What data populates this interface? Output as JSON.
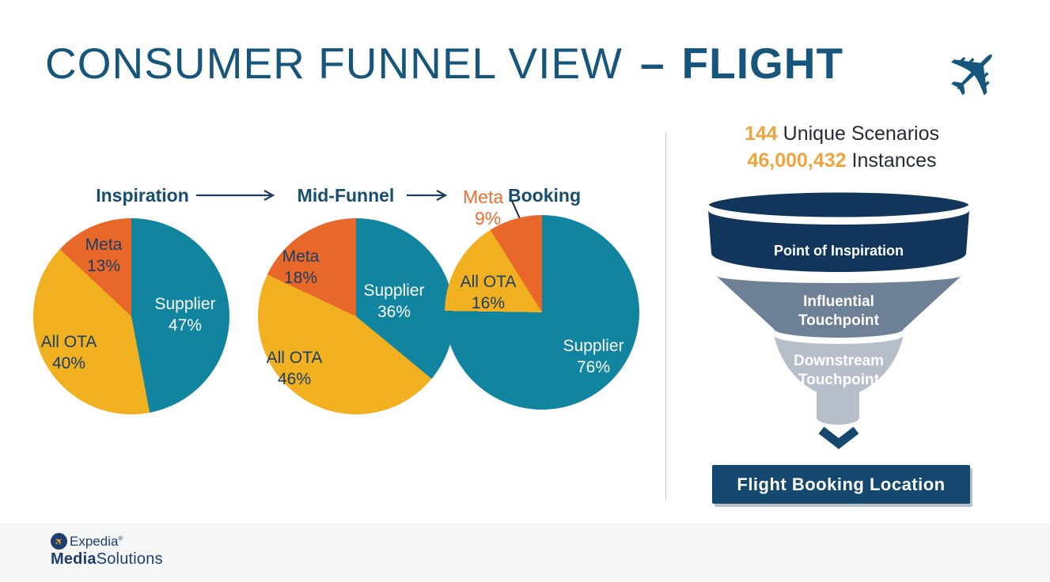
{
  "header": {
    "title": "CONSUMER FUNNEL VIEW",
    "title_separator": "–",
    "title_emphasis": "FLIGHT",
    "title_color": "#17567c",
    "plane_glyph": "✈"
  },
  "icons": {
    "plane": "airplane-icon",
    "flow_arrow": "arrow-right-icon",
    "chevron": "chevron-down-icon",
    "logo_plane": "airplane-icon"
  },
  "stats": {
    "scenarios": {
      "value": "144",
      "label": "Unique Scenarios"
    },
    "instances": {
      "value": "46,000,432",
      "label": "Instances"
    },
    "accent_color": "#f2a43c",
    "text_color": "#252b36"
  },
  "chart_data": [
    {
      "type": "pie",
      "title": "Inspiration",
      "slices": [
        {
          "label": "Supplier",
          "value": 47,
          "pct": "47%",
          "color": "#1184a0"
        },
        {
          "label": "All OTA",
          "value": 40,
          "pct": "40%",
          "color": "#f0b01f"
        },
        {
          "label": "Meta",
          "value": 13,
          "pct": "13%",
          "color": "#e8682a"
        }
      ]
    },
    {
      "type": "pie",
      "title": "Mid-Funnel",
      "slices": [
        {
          "label": "Supplier",
          "value": 36,
          "pct": "36%",
          "color": "#1184a0"
        },
        {
          "label": "All OTA",
          "value": 46,
          "pct": "46%",
          "color": "#f0b01f"
        },
        {
          "label": "Meta",
          "value": 18,
          "pct": "18%",
          "color": "#e8682a"
        }
      ]
    },
    {
      "type": "pie",
      "title": "Booking",
      "slices": [
        {
          "label": "Supplier",
          "value": 76,
          "pct": "76%",
          "color": "#1184a0"
        },
        {
          "label": "All OTA",
          "value": 16,
          "pct": "16%",
          "color": "#f0b01f"
        },
        {
          "label": "Meta",
          "value": 9,
          "pct": "9%",
          "color": "#e8682a",
          "label_position": "outside"
        }
      ]
    }
  ],
  "funnel": {
    "stages": [
      {
        "label": "Point of Inspiration",
        "line1": "Point of Inspiration",
        "line2": "",
        "color": "#12355b"
      },
      {
        "label": "Influential Touchpoint",
        "line1": "Influential",
        "line2": "Touchpoint",
        "color": "#6e8096"
      },
      {
        "label": "Downstream Touchpoint",
        "line1": "Downstream",
        "line2": "Touchpoint",
        "color": "#b6bec9"
      }
    ],
    "result": {
      "label": "Flight Booking Location",
      "color": "#14486e"
    }
  },
  "footer": {
    "brand": "Expedia",
    "brand_mark": "®",
    "line2_bold": "Media",
    "line2_regular": "Solutions",
    "text_color": "#1d3e6e"
  }
}
